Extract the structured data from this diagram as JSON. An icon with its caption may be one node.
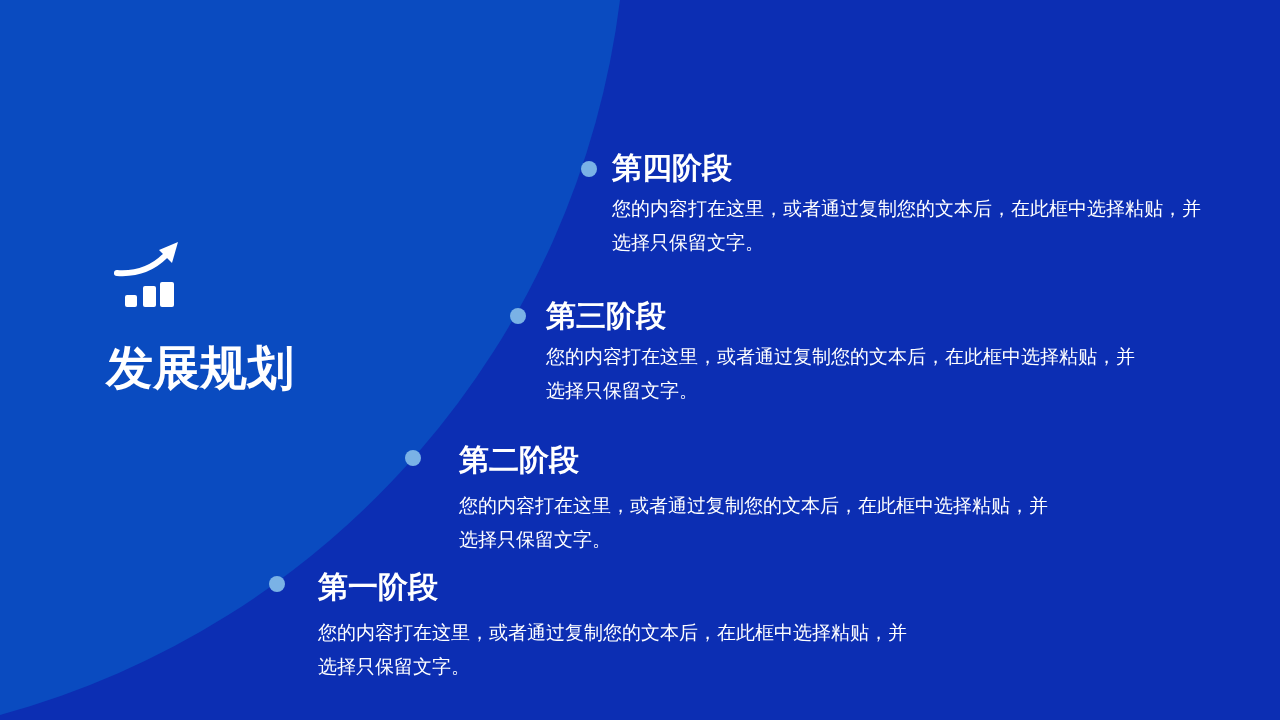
{
  "diagram": {
    "title": "发展规划",
    "labels": [
      "第四阶段",
      "您的内容打在这里，或者通过复制您的文本后，在此框中选择粘贴，并选择只保留文字。",
      "第三阶段",
      "您的内容打在这里，或者通过复制您的文本后，在此框中选择粘贴，并选择只保留文字。",
      "第二阶段",
      "您的内容打在这里，或者通过复制您的文本后，在此框中选择粘贴，并选择只保留文字。",
      "第一阶段",
      "您的内容打在这里，或者通过复制您的文本后，在此框中选择粘贴，并选择只保留文字。"
    ]
  }
}
